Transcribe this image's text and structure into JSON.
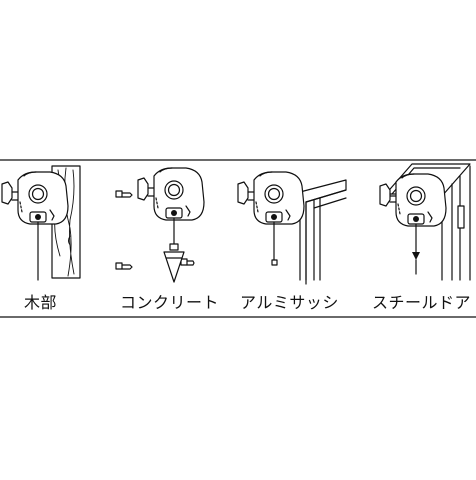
{
  "panels": [
    {
      "id": "wood",
      "label": "木部"
    },
    {
      "id": "concrete",
      "label": "コンクリート"
    },
    {
      "id": "aluminum-sash",
      "label": "アルミサッシ"
    },
    {
      "id": "steel-door",
      "label": "スチールドア"
    }
  ],
  "colors": {
    "line": "#111111",
    "background": "#ffffff"
  }
}
